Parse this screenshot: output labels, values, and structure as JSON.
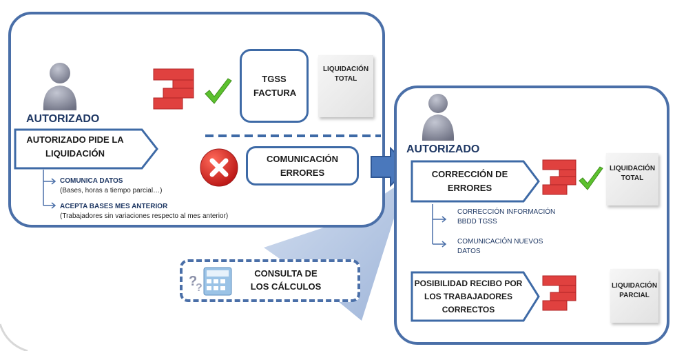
{
  "left_panel": {
    "role": "AUTORIZADO",
    "request_label": "AUTORIZADO PIDE LA LIQUIDACIÓN",
    "tgss_box": "TGSS FACTURA",
    "doc_total": "LIQUIDACIÓN TOTAL",
    "errors_box": "COMUNICACIÓN ERRORES",
    "item1_title": "COMUNICA DATOS",
    "item1_sub": "(Bases, horas a tiempo parcial…)",
    "item2_title": "ACEPTA BASES MES ANTERIOR",
    "item2_sub": "(Trabajadores sin variaciones respecto al mes anterior)"
  },
  "consulta_box": "CONSULTA DE LOS CÁLCULOS",
  "right_panel": {
    "role": "AUTORIZADO",
    "correction_label": "CORRECCIÓN DE ERRORES",
    "doc_total": "LIQUIDACIÓN TOTAL",
    "sub1": "CORRECCIÓN INFORMACIÓN BBDD TGSS",
    "sub2": "COMUNICACIÓN NUEVOS DATOS",
    "receipt_label": "POSIBILIDAD RECIBO POR LOS TRABAJADORES CORRECTOS",
    "doc_partial": "LIQUIDACIÓN PARCIAL"
  },
  "colors": {
    "border": "#4a6fa8",
    "navy": "#1f3864",
    "red_logo": "#e0413f",
    "green_check": "#5cc12e",
    "error_red": "#d42020"
  }
}
